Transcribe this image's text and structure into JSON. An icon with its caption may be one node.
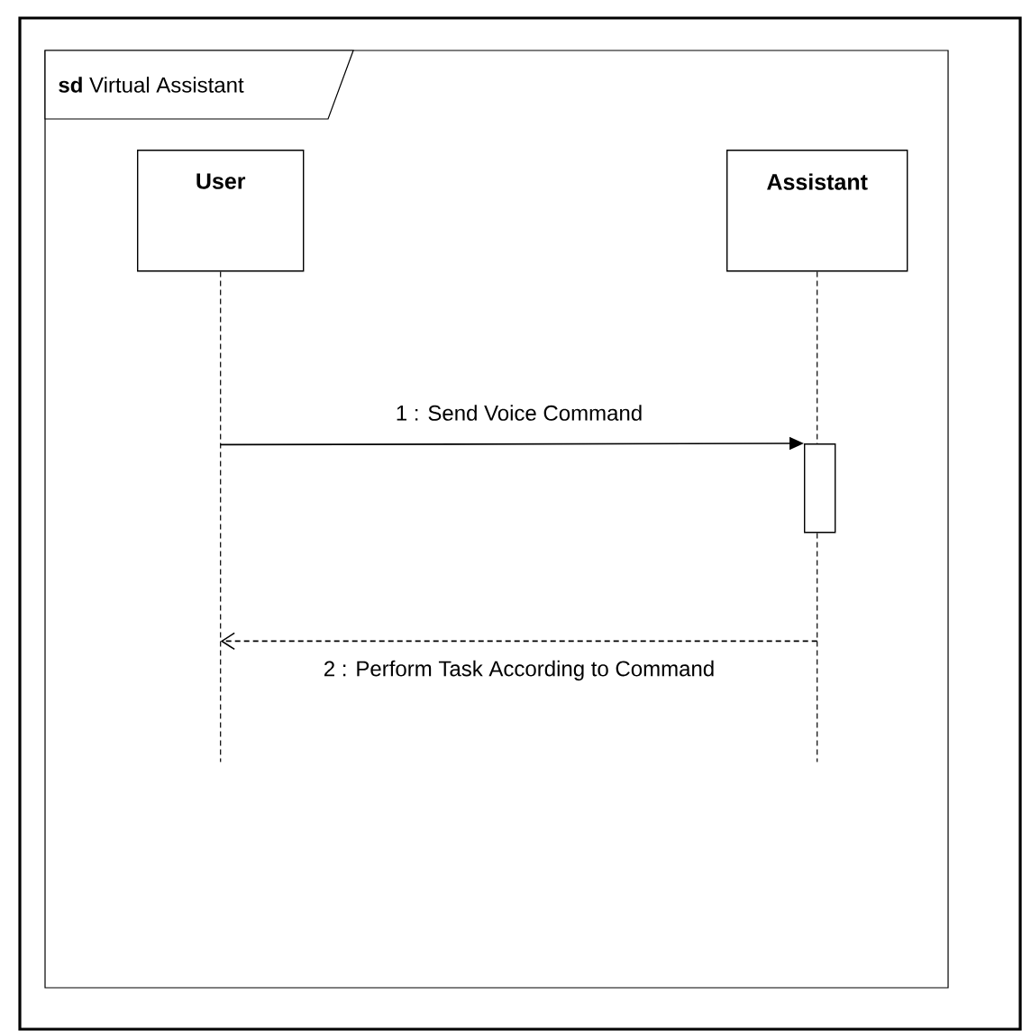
{
  "diagram": {
    "nodes": [
      {
        "text": [
          "**sd** Virtual Assistant"
        ]
      },
      {
        "text": [
          "User"
        ],
        "in": 0
      },
      {
        "text": [
          "Assistant"
        ],
        "in": 0
      },
      {
        "text": [],
        "shape": "bar",
        "in": 2
      }
    ],
    "edges": [
      {
        "from": 1,
        "to": 3,
        "arrow": "to",
        "label": "1 : Send Voice Command"
      },
      {
        "from": 2,
        "to": 1,
        "arrow": "to",
        "style": "dashed",
        "label": "2 : Perform Task According to Command"
      }
    ]
  }
}
